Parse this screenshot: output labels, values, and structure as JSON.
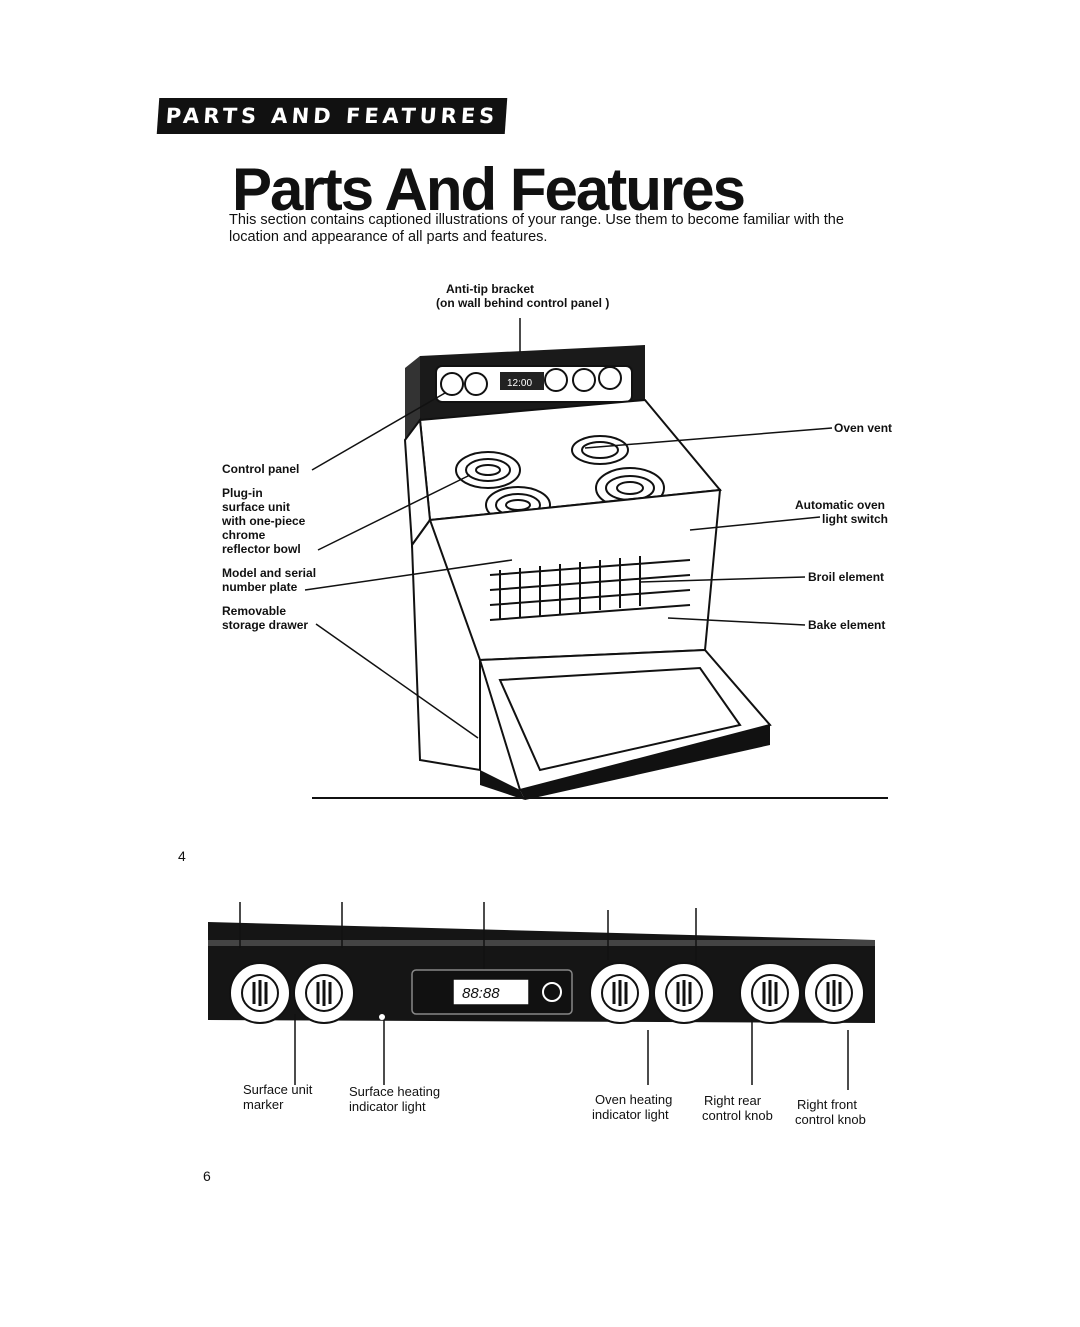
{
  "header": {
    "banner": "PARTS AND FEATURES",
    "title": "Parts And Features",
    "intro": "This section contains captioned illustrations of your range. Use them to become familiar with the location and appearance of all parts and features."
  },
  "range_figure": {
    "labels": {
      "anti_tip_line1": "Anti-tip bracket",
      "anti_tip_line2": "(on wall behind control panel )",
      "control_panel": "Control panel",
      "plug_in_1": "Plug-in",
      "plug_in_2": "surface unit",
      "plug_in_3": "with one-piece",
      "plug_in_4": "chrome",
      "plug_in_5": "reflector bowl",
      "model_1": "Model and serial",
      "model_2": "number plate",
      "drawer_1": "Removable",
      "drawer_2": "storage drawer",
      "oven_vent": "Oven vent",
      "auto_light_1": "Automatic oven",
      "auto_light_2": "light switch",
      "broil": "Broil element",
      "bake": "Bake element"
    },
    "display_readout": "12:00"
  },
  "page_number_top": "4",
  "panel_figure": {
    "display_readout": "88:88",
    "labels": {
      "surface_unit_1": "Surface unit",
      "surface_unit_2": "marker",
      "surface_heating_1": "Surface heating",
      "surface_heating_2": "indicator light",
      "oven_heating_1": "Oven heating",
      "oven_heating_2": "indicator light",
      "right_rear_1": "Right rear",
      "right_rear_2": "control knob",
      "right_front_1": "Right front",
      "right_front_2": "control knob"
    }
  },
  "page_number_bottom": "6"
}
